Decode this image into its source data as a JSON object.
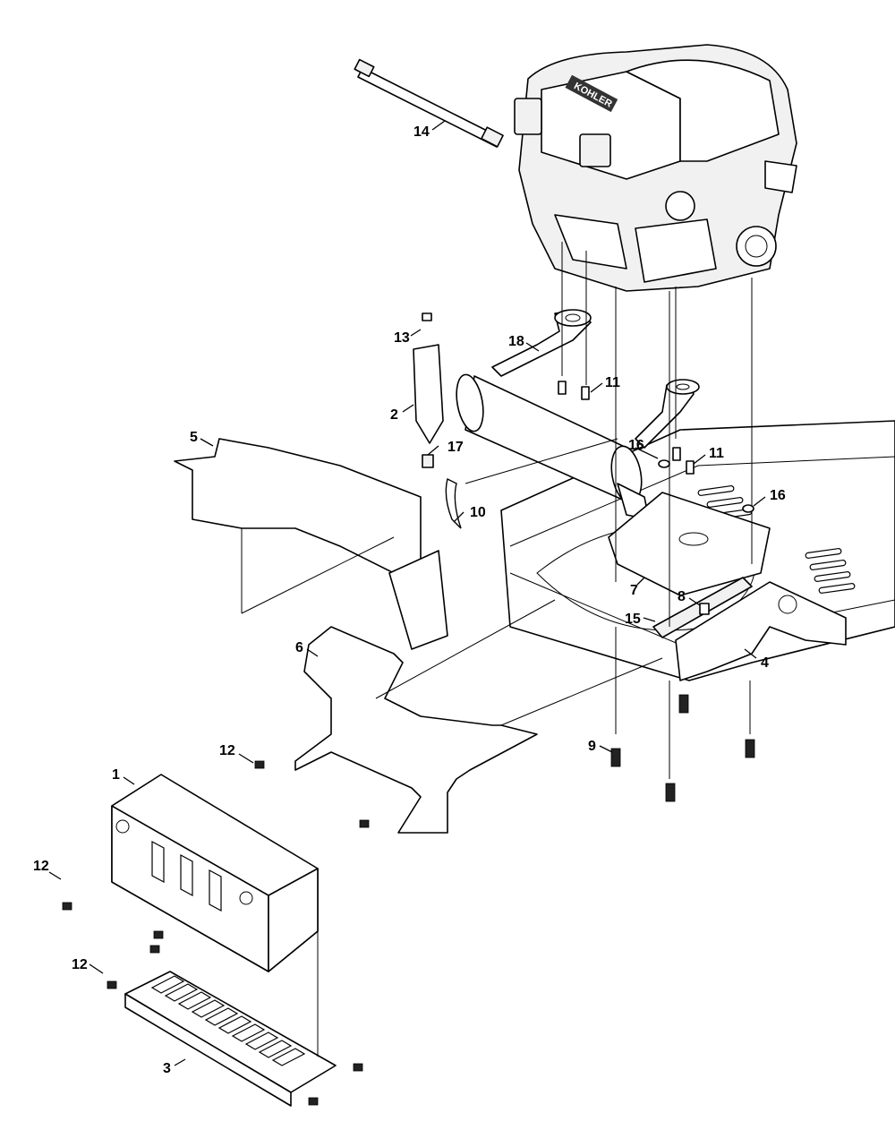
{
  "brand_text": "KOHLER",
  "callouts": [
    {
      "id": "c1",
      "text": "1"
    },
    {
      "id": "c2",
      "text": "2"
    },
    {
      "id": "c3",
      "text": "3"
    },
    {
      "id": "c4",
      "text": "4"
    },
    {
      "id": "c5",
      "text": "5"
    },
    {
      "id": "c6",
      "text": "6"
    },
    {
      "id": "c7",
      "text": "7"
    },
    {
      "id": "c8",
      "text": "8"
    },
    {
      "id": "c9",
      "text": "9"
    },
    {
      "id": "c10",
      "text": "10"
    },
    {
      "id": "c11a",
      "text": "11"
    },
    {
      "id": "c11b",
      "text": "11"
    },
    {
      "id": "c12a",
      "text": "12"
    },
    {
      "id": "c12b",
      "text": "12"
    },
    {
      "id": "c12c",
      "text": "12"
    },
    {
      "id": "c13",
      "text": "13"
    },
    {
      "id": "c14",
      "text": "14"
    },
    {
      "id": "c15",
      "text": "15"
    },
    {
      "id": "c16a",
      "text": "16"
    },
    {
      "id": "c16b",
      "text": "16"
    },
    {
      "id": "c17",
      "text": "17"
    },
    {
      "id": "c18",
      "text": "18"
    }
  ]
}
